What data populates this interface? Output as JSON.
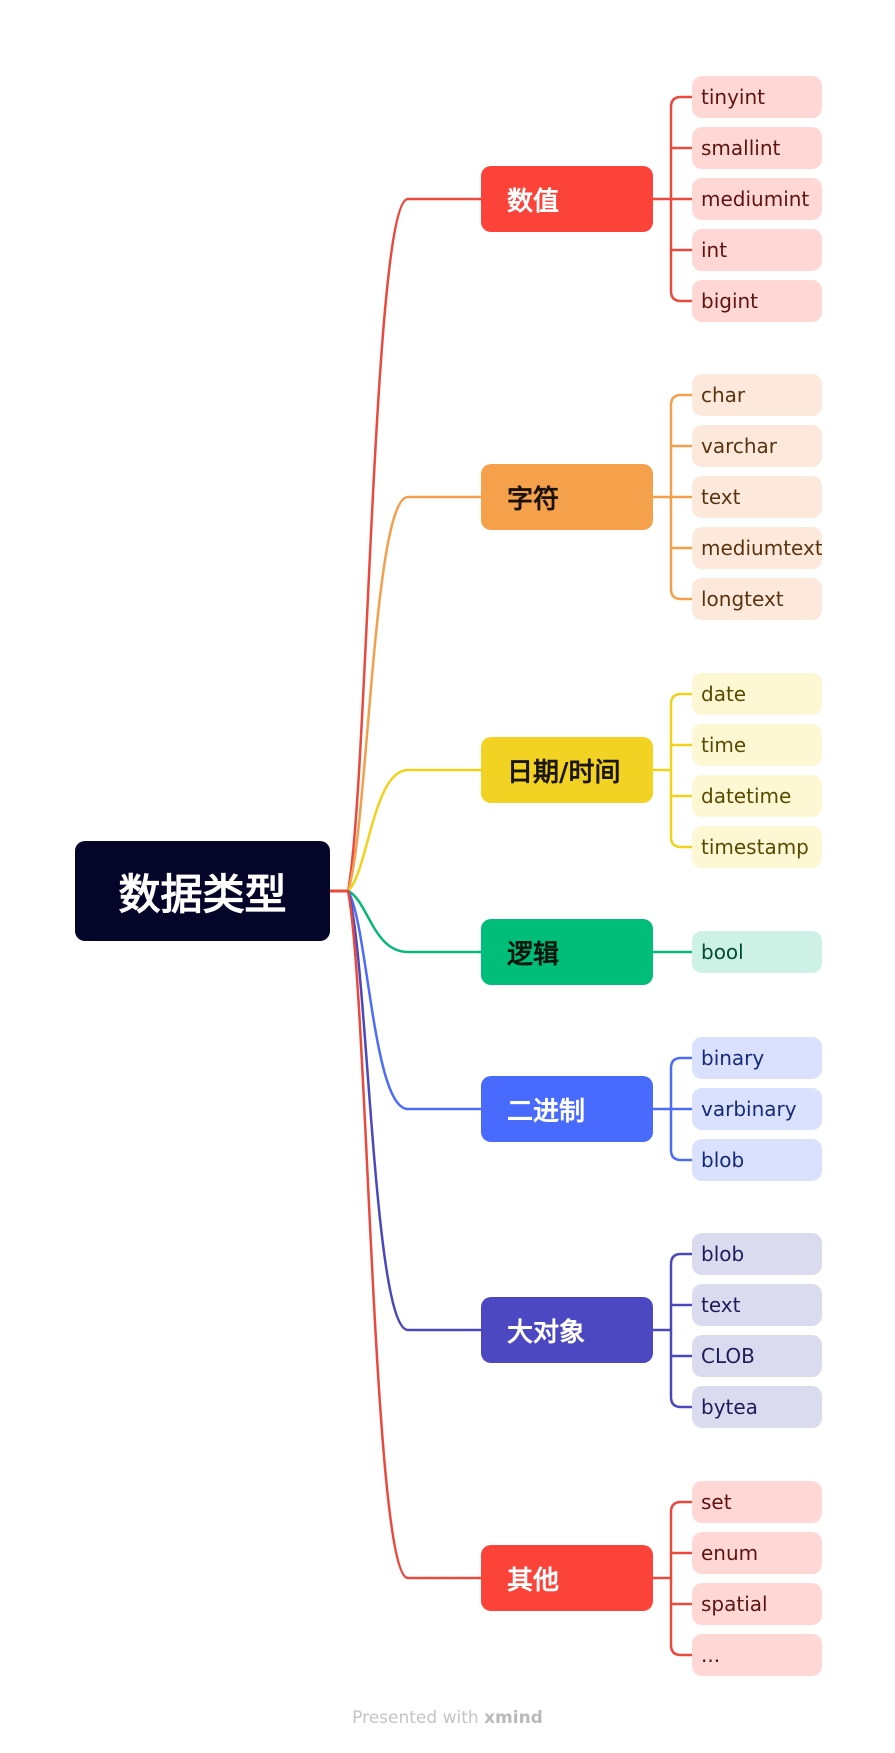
{
  "root": {
    "label": "数据类型",
    "color": "#05052a",
    "edge_color": "#e84a3c"
  },
  "branches": [
    {
      "label": "数值",
      "color": "#fb433a",
      "text_color": "#ffffff",
      "line_color": "#ea4a3e",
      "leaf_bg": "#ffd8d6",
      "leaf_text": "#5e1410",
      "leaves": [
        "tinyint",
        "smallint",
        "mediumint",
        "int",
        "bigint"
      ]
    },
    {
      "label": "字符",
      "color": "#f5a04b",
      "text_color": "#1a1206",
      "line_color": "#f3a04d",
      "leaf_bg": "#fde9dc",
      "leaf_text": "#5a3410",
      "leaves": [
        "char",
        "varchar",
        "text",
        "mediumtext",
        "longtext"
      ]
    },
    {
      "label": "日期/时间",
      "color": "#f2d324",
      "text_color": "#1a1600",
      "line_color": "#f0d21c",
      "leaf_bg": "#fdf7d3",
      "leaf_text": "#5a4a00",
      "leaves": [
        "date",
        "time",
        "datetime",
        "timestamp"
      ]
    },
    {
      "label": "逻辑",
      "color": "#00bd7a",
      "text_color": "#04160e",
      "line_color": "#07b877",
      "leaf_bg": "#cdf1e4",
      "leaf_text": "#004d31",
      "leaves": [
        "bool"
      ]
    },
    {
      "label": "二进制",
      "color": "#486bfd",
      "text_color": "#ffffff",
      "line_color": "#4d6cf8",
      "leaf_bg": "#dae1fe",
      "leaf_text": "#152a78",
      "leaves": [
        "binary",
        "varbinary",
        "blob"
      ]
    },
    {
      "label": "大对象",
      "color": "#4b48c2",
      "text_color": "#ffffff",
      "line_color": "#4b48bd",
      "leaf_bg": "#dbdbf0",
      "leaf_text": "#1e1c5a",
      "leaves": [
        "blob",
        "text",
        "CLOB",
        "bytea"
      ]
    },
    {
      "label": "其他",
      "color": "#fb433a",
      "text_color": "#ffffff",
      "line_color": "#ea4a3e",
      "leaf_bg": "#ffd8d6",
      "leaf_text": "#5e1410",
      "leaves": [
        "set",
        "enum",
        "spatial",
        "..."
      ]
    }
  ],
  "footer": {
    "prefix": "Presented with ",
    "brand": "xmind"
  }
}
